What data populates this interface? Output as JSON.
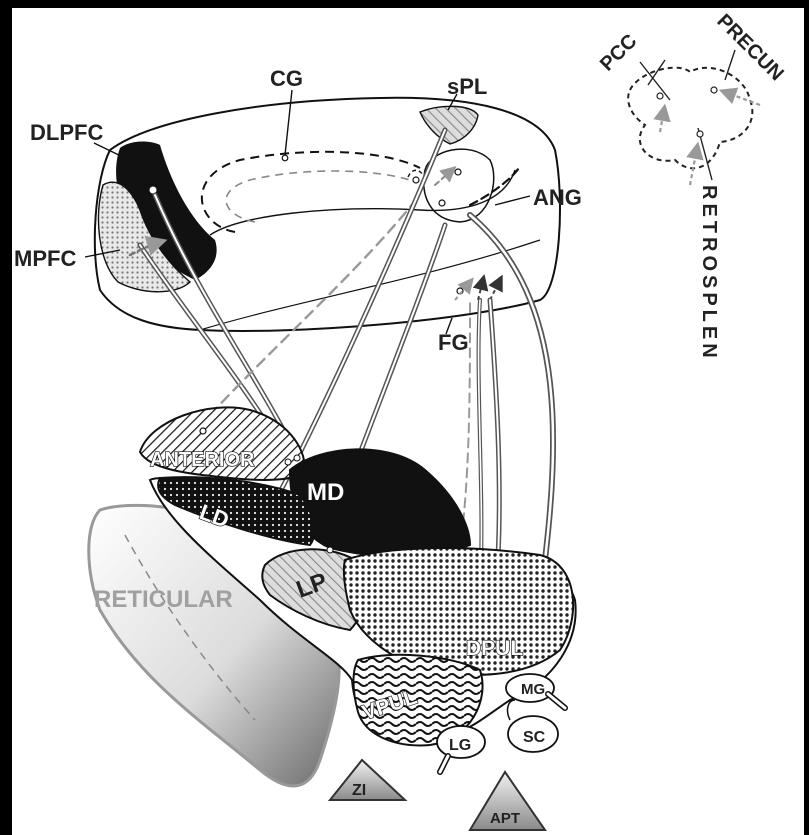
{
  "labels": {
    "cg": "CG",
    "spl": "sPL",
    "dlpfc": "DLPFC",
    "mpfc": "MPFC",
    "ang": "ANG",
    "fg": "FG",
    "pcc": "PCC",
    "precun": "PRECUN",
    "retrosplen": "RETROSPLEN",
    "anterior": "ANTERIOR",
    "md": "MD",
    "ld": "LD",
    "lp": "LP",
    "reticular": "RETICULAR",
    "dpul": "DPUL",
    "vpul": "VPUL",
    "mg": "MG",
    "lg": "LG",
    "sc": "SC",
    "zi": "ZI",
    "apt": "APT"
  },
  "colors": {
    "background": "#000000",
    "panel": "#ffffff",
    "line": "#111111",
    "grey_path": "#9a9a9a"
  }
}
